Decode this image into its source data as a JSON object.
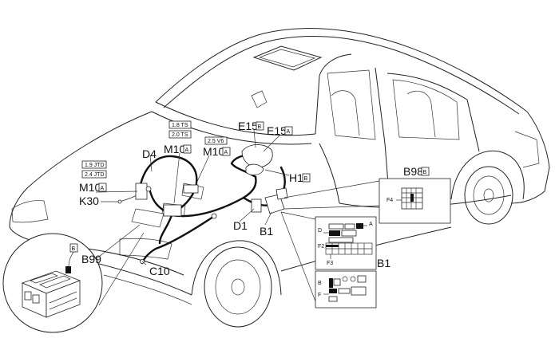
{
  "labels": {
    "d4": "D4",
    "m10_a": "M10",
    "m10_a2": "M10",
    "m10_left": "M10",
    "k30": "K30",
    "e15_b": "E15",
    "e15_a": "E15",
    "h1_b": "H1",
    "d1": "D1",
    "b1_main": "B1",
    "b1_right": "B1",
    "b98_b": "B98",
    "b99": "B99",
    "c10": "C10"
  },
  "variant_letters": {
    "a": "A",
    "b": "B"
  },
  "engine_tags": {
    "ts18": "1.8 TS",
    "ts20": "2.0 TS",
    "v6": "2.5 V6",
    "jtd19": "1.9 JTD",
    "jtd24": "2.4 JTD"
  },
  "fuse_labels": {
    "f4": "F4",
    "d": "D",
    "a": "A",
    "f2": "F2",
    "f3": "F3",
    "b": "B",
    "f": "F"
  },
  "b99_tag": "B"
}
